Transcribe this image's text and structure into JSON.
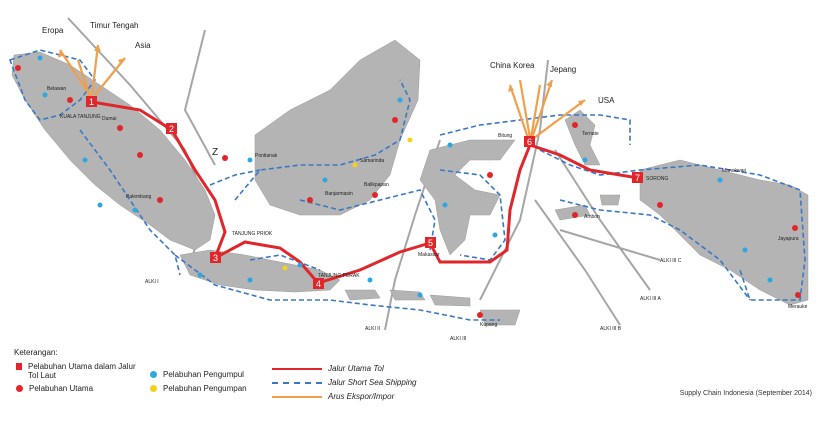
{
  "map": {
    "export_labels": {
      "eropa": "Eropa",
      "timur_tengah": "Timur Tengah",
      "asia": "Asia",
      "china_korea": "China Korea",
      "jepang": "Jepang",
      "usa": "USA"
    },
    "hub_numbers": [
      "1",
      "2",
      "3",
      "4",
      "5",
      "6",
      "7"
    ],
    "place_names": {
      "belawan": "Belawan",
      "kuala_tanjung": "KUALA TANJUNG",
      "dumai": "Dumai",
      "tanjung_priok": "TANJUNG PRIOK",
      "tanjung_perak": "TANJUNG PERAK",
      "makassar": "Makassar",
      "bitung": "Bitung",
      "sorong": "SORONG",
      "pontianak": "Pontianak",
      "banjarmasin": "Banjarmasin",
      "samarinda": "Samarinda",
      "balikpapan": "Balikpapan",
      "palembang": "Palembang",
      "jayapura": "Jayapura",
      "merauke": "Merauke",
      "kupang": "Kupang",
      "ambon": "Ambon",
      "ternate": "Ternate",
      "manokwari": "Manokwari"
    },
    "alki_labels": [
      "ALKI I",
      "ALKI II",
      "ALKI III",
      "ALKI III A",
      "ALKI III B",
      "ALKI III C"
    ],
    "z_label": "Z"
  },
  "legend": {
    "title": "Keterangan:",
    "items": {
      "main_toll": "Pelabuhan Utama dalam Jalur Tol Laut",
      "main": "Pelabuhan Utama",
      "collector": "Pelabuhan Pengumpul",
      "feeder": "Pelabuhan Pengumpan",
      "toll_route": "Jalur Utama Tol",
      "short_sea": "Jalur Short Sea Shipping",
      "export": "Arus Ekspor/Impor"
    },
    "source": "Supply Chain Indonesia (September 2014)"
  },
  "colors": {
    "land": "#b4b4b4",
    "route_red": "#e0262b",
    "route_blue": "#3b78c4",
    "export_orange": "#f0a04b",
    "collector_blue": "#2ea7e0",
    "feeder_yellow": "#f2d21f",
    "alki_gray": "#a6a6a6"
  }
}
